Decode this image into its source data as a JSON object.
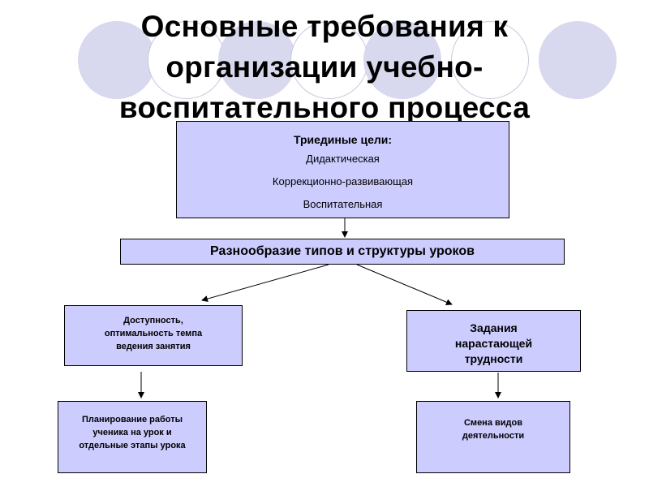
{
  "slide": {
    "title_lines": [
      "Основные требования к",
      "организации учебно-",
      "воспитательного процесса"
    ]
  },
  "goals_box": {
    "heading": "Триединые цели:",
    "items": [
      "Дидактическая",
      "Коррекционно-развивающая",
      "Воспитательная"
    ]
  },
  "variety_box": {
    "label": "Разнообразие типов и структуры уроков"
  },
  "accessibility_box": {
    "lines": [
      "Доступность,",
      "оптимальность темпа",
      "ведения занятия"
    ]
  },
  "tasks_box": {
    "lines": [
      "Задания",
      "нарастающей",
      "трудности"
    ]
  },
  "planning_box": {
    "lines": [
      "Планирование работы",
      "ученика на урок и",
      "отдельные этапы урока"
    ]
  },
  "activity_box": {
    "lines": [
      "Смена видов",
      "деятельности"
    ]
  },
  "colors": {
    "box_fill": "#ccccff",
    "box_border": "#000000",
    "decor_circle": "#d8d8ee"
  }
}
